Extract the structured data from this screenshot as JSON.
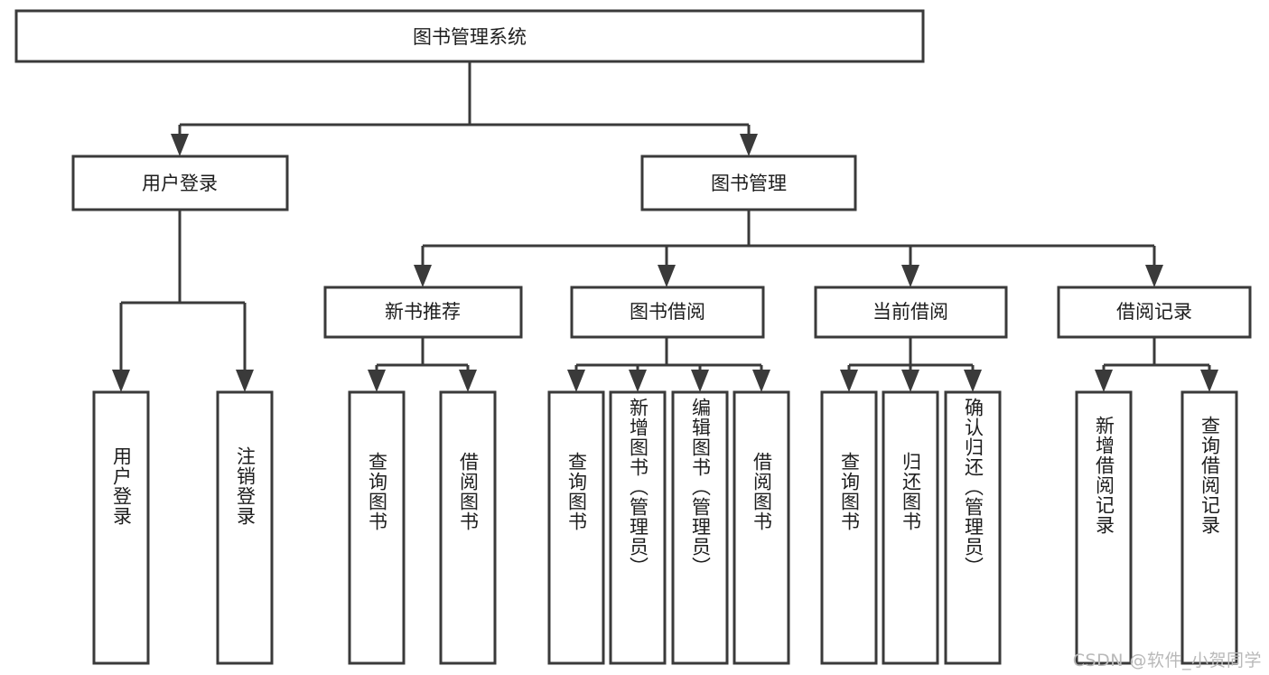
{
  "diagram": {
    "type": "tree",
    "title": "图书管理系统",
    "root": {
      "label": "图书管理系统"
    },
    "level2": [
      {
        "label": "用户登录"
      },
      {
        "label": "图书管理"
      }
    ],
    "level3": [
      {
        "label": "新书推荐"
      },
      {
        "label": "图书借阅"
      },
      {
        "label": "当前借阅"
      },
      {
        "label": "借阅记录"
      }
    ],
    "leaves": {
      "user_login": [
        {
          "label": "用户登录"
        },
        {
          "label": "注销登录"
        }
      ],
      "new_book_recommend": [
        {
          "label": "查询图书"
        },
        {
          "label": "借阅图书"
        }
      ],
      "book_borrow": [
        {
          "label": "查询图书"
        },
        {
          "label": "新增图书（管理员）"
        },
        {
          "label": "编辑图书（管理员）"
        },
        {
          "label": "借阅图书"
        }
      ],
      "current_borrow": [
        {
          "label": "查询图书"
        },
        {
          "label": "归还图书"
        },
        {
          "label": "确认归还（管理员）"
        }
      ],
      "borrow_record": [
        {
          "label": "新增借阅记录"
        },
        {
          "label": "查询借阅记录"
        }
      ]
    }
  },
  "watermark": {
    "text": "CSDN @软件_小贺同学"
  },
  "colors": {
    "box_stroke": "#3a3a3a",
    "box_fill": "#ffffff",
    "text": "#1d1d1d",
    "watermark": "#b9b9b9",
    "background": "#ffffff"
  }
}
